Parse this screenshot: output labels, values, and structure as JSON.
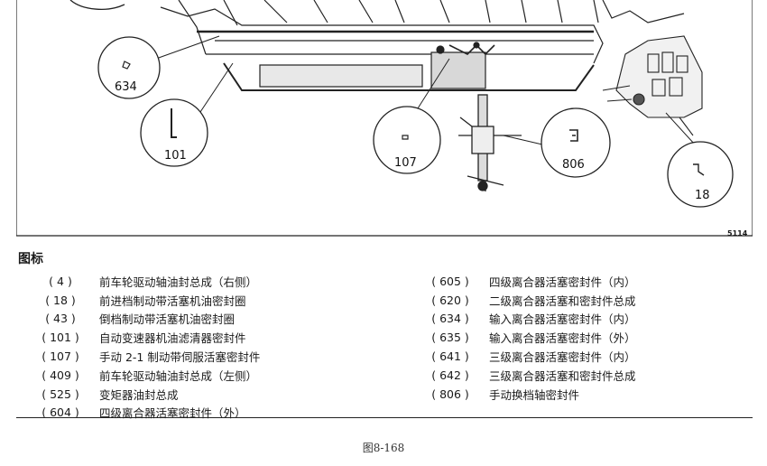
{
  "figure": {
    "code": "5114",
    "caption": "图8-168"
  },
  "callouts": [
    "634",
    "101",
    "107",
    "806",
    "18"
  ],
  "legend": {
    "title": "图标",
    "left_items": [
      {
        "num": "( 4 )",
        "desc": "前车轮驱动轴油封总成（右侧）"
      },
      {
        "num": "( 18 )",
        "desc": "前进档制动带活塞机油密封圈"
      },
      {
        "num": "( 43 )",
        "desc": "倒档制动带活塞机油密封圈"
      },
      {
        "num": "( 101 )",
        "desc": "自动变速器机油滤清器密封件"
      },
      {
        "num": "( 107 )",
        "desc": "手动 2-1 制动带伺服活塞密封件"
      },
      {
        "num": "( 409 )",
        "desc": "前车轮驱动轴油封总成（左侧）"
      },
      {
        "num": "( 525 )",
        "desc": "变矩器油封总成"
      },
      {
        "num": "( 604 )",
        "desc": "四级离合器活塞密封件（外）"
      }
    ],
    "right_items": [
      {
        "num": "( 605 )",
        "desc": "四级离合器活塞密封件（内）"
      },
      {
        "num": "( 620 )",
        "desc": "二级离合器活塞和密封件总成"
      },
      {
        "num": "( 634 )",
        "desc": "输入离合器活塞密封件（内）"
      },
      {
        "num": "( 635 )",
        "desc": "输入离合器活塞密封件（外）"
      },
      {
        "num": "( 641 )",
        "desc": "三级离合器活塞密封件（内）"
      },
      {
        "num": "( 642 )",
        "desc": "三级离合器活塞和密封件总成"
      },
      {
        "num": "( 806 )",
        "desc": "手动换档轴密封件"
      }
    ]
  }
}
